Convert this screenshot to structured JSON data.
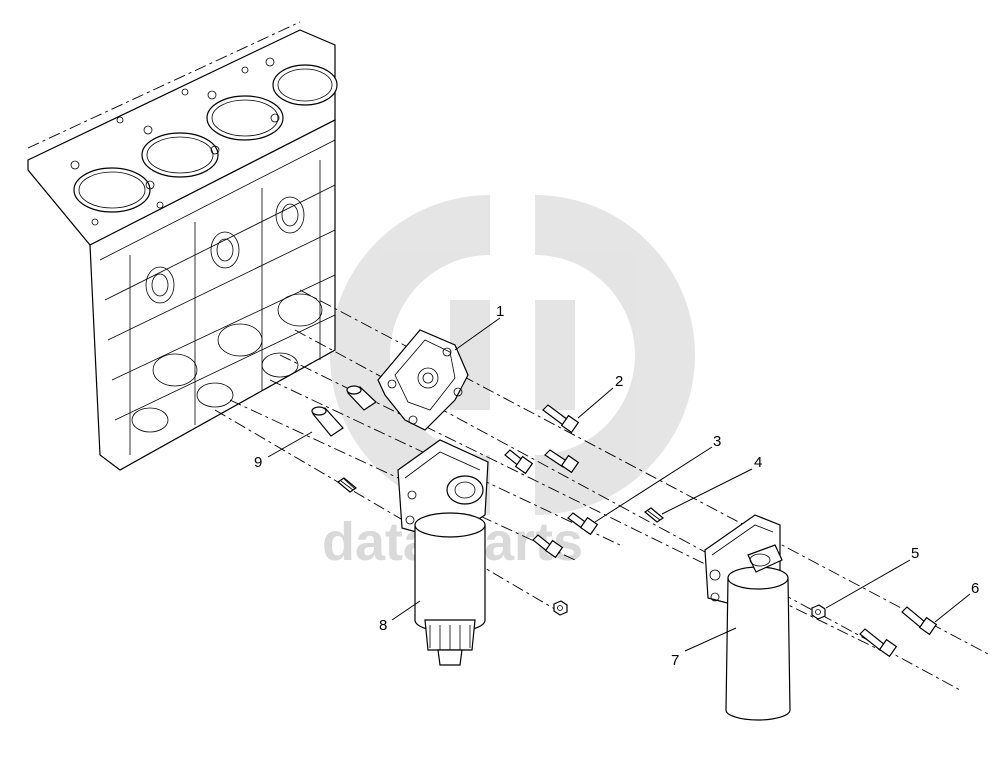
{
  "diagram": {
    "watermark_text": "data-parts",
    "callouts": [
      "1",
      "2",
      "3",
      "4",
      "5",
      "6",
      "7",
      "8",
      "9"
    ]
  },
  "colors": {
    "line": "#000000",
    "watermark": "#d9d9d9",
    "background": "#ffffff"
  }
}
